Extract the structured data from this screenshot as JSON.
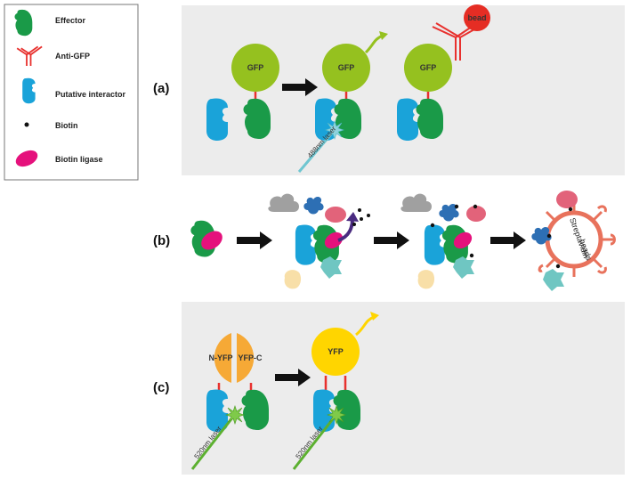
{
  "legend": {
    "effector": "Effector",
    "anti_gfp": "Anti-GFP",
    "putative_interactor": "Putative interactor",
    "biotin": "Biotin",
    "biotin_ligase": "Biotin ligase"
  },
  "panel_a": {
    "label": "(a)",
    "gfp": "GFP",
    "bead": "bead",
    "laser": "488nm laser"
  },
  "panel_b": {
    "label": "(b)",
    "beads_line1": "Streptavidin",
    "beads_line2": "beads"
  },
  "panel_c": {
    "label": "(c)",
    "n_yfp": "N-YFP",
    "yfp_c": "YFP-C",
    "yfp": "YFP",
    "laser": "520nm laser"
  },
  "colors": {
    "effector": "#1a9a48",
    "interactor": "#1aa3d9",
    "anti_gfp": "#e8312e",
    "ligase": "#e5117c",
    "gfp": "#95c11f",
    "yfp": "#ffd500",
    "split_yfp": "#f6a936",
    "bead": "#e52d24",
    "streptavidin": "#e8725c",
    "laser_488": "#6fc6d1",
    "laser_520": "#5cb030",
    "panel_bg": "#ececec",
    "arrow": "#111111"
  }
}
